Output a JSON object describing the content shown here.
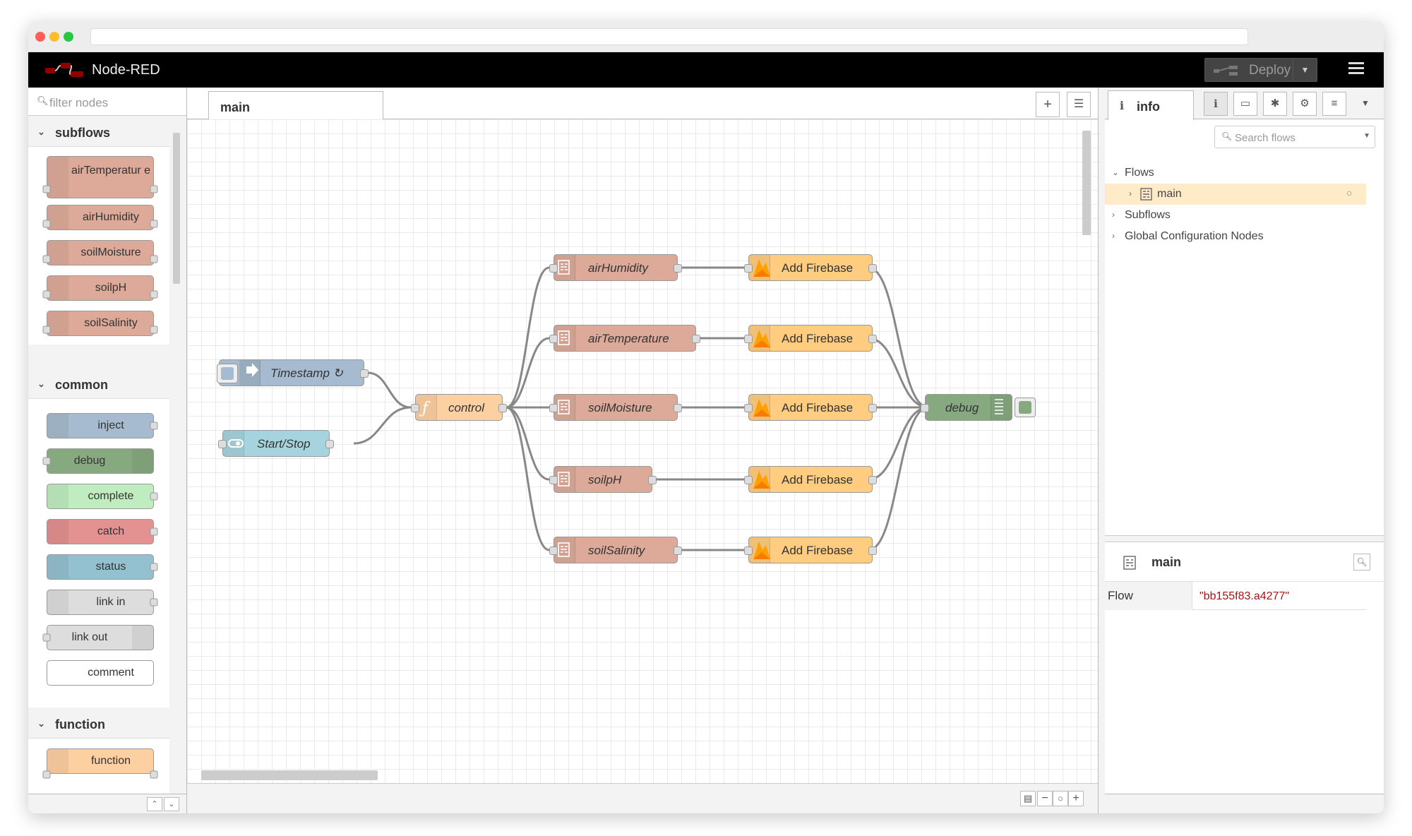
{
  "app": {
    "title": "Node-RED",
    "deploy_label": "Deploy"
  },
  "palette": {
    "filter_placeholder": "filter nodes",
    "categories": [
      {
        "label": "subflows",
        "nodes": [
          "airTemperatur e",
          "airHumidity",
          "soilMoisture",
          "soilpH",
          "soilSalinity"
        ]
      },
      {
        "label": "common",
        "nodes": [
          "inject",
          "debug",
          "complete",
          "catch",
          "status",
          "link in",
          "link out",
          "comment"
        ]
      },
      {
        "label": "function",
        "nodes": [
          "function"
        ]
      }
    ]
  },
  "workspace": {
    "tab": "main",
    "nodes": {
      "timestamp": "Timestamp ↻",
      "startstop": "Start/Stop",
      "control": "control",
      "airHumidity": "airHumidity",
      "airTemperature": "airTemperature",
      "soilMoisture": "soilMoisture",
      "soilpH": "soilpH",
      "soilSalinity": "soilSalinity",
      "firebase": "Add Firebase",
      "debug": "debug"
    }
  },
  "sidebar": {
    "tab": "info",
    "search_placeholder": "Search flows",
    "tree": {
      "flows": "Flows",
      "main": "main",
      "subflows": "Subflows",
      "global": "Global Configuration Nodes"
    },
    "panel_title": "main",
    "props": {
      "key": "Flow",
      "value": "\"bb155f83.a4277\""
    }
  },
  "colors": {
    "subflow": "#DDAA99",
    "inject": "#A6BBCF",
    "debug": "#87A980",
    "complete": "#C0EDC0",
    "catch": "#E49191",
    "status": "#94C1D0",
    "link": "#DDDDDD",
    "function": "#FDD0A2",
    "firebase": "#FFCC80",
    "dashboard": "#A6D4DE",
    "selected_row": "#FFEBC7"
  }
}
